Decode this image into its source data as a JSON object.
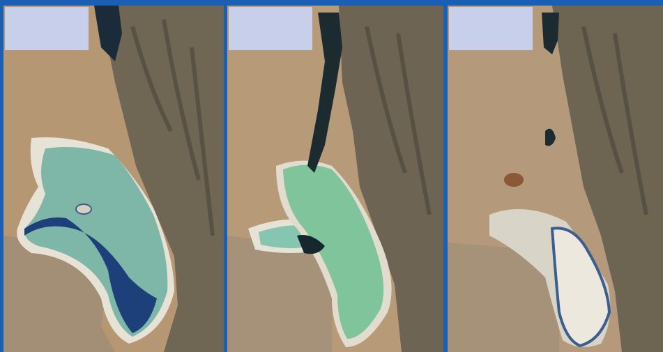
{
  "panels": [
    {
      "id": "panel-1",
      "label": "",
      "state": "full-lake"
    },
    {
      "id": "panel-2",
      "label": "",
      "state": "shrinking-lake"
    },
    {
      "id": "panel-3",
      "label": "",
      "state": "dry-lake"
    }
  ],
  "colors": {
    "border": "#1a5fb4",
    "label_box": "#c8cfeb",
    "desert": "#b89a78",
    "mountains": "#6e6554",
    "salt_flat": "#e6e1d6",
    "deep_water": "#1d3f7a",
    "turquoise_water": "#7fb9a9",
    "green_water": "#7fc49a"
  }
}
